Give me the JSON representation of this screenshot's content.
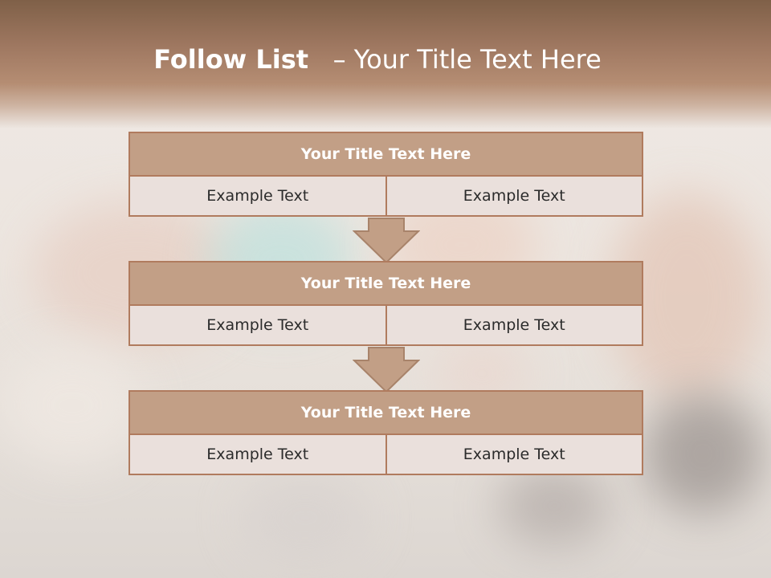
{
  "slide": {
    "title_bold": "Follow List",
    "title_rest": "– Your Title Text Here"
  },
  "blocks": [
    {
      "title": "Your Title Text Here",
      "cells": [
        "Example Text",
        "Example Text"
      ]
    },
    {
      "title": "Your Title Text Here",
      "cells": [
        "Example Text",
        "Example Text"
      ]
    },
    {
      "title": "Your Title Text Here",
      "cells": [
        "Example Text",
        "Example Text"
      ]
    }
  ],
  "colors": {
    "header": "#a07a62",
    "title_box": "#c29f86",
    "cell_box": "#eae0dc",
    "border": "#b07b5e",
    "arrow": "#c29f86"
  },
  "background_image": "children playing video games on carpet (faded photo)"
}
